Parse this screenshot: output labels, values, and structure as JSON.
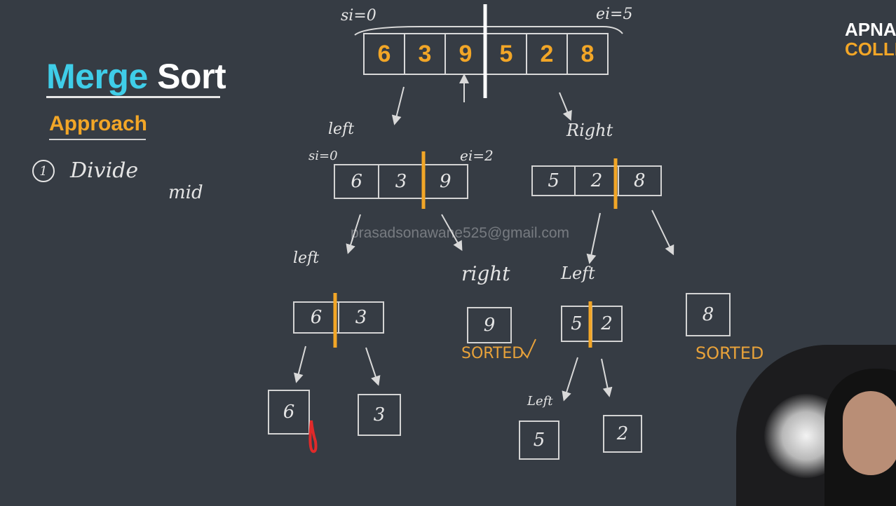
{
  "title": {
    "word1": "Merge",
    "word2": "Sort"
  },
  "subtitle": "Approach",
  "step": {
    "number": "1",
    "label": "Divide",
    "sub": "mid"
  },
  "top_array": {
    "values": [
      "6",
      "3",
      "9",
      "5",
      "2",
      "8"
    ],
    "si": "si=0",
    "ei": "ei=5"
  },
  "left_half": {
    "label": "left",
    "values": [
      "6",
      "3",
      "9"
    ],
    "si": "si=0",
    "ei": "ei=2"
  },
  "right_half": {
    "label": "Right",
    "values": [
      "5",
      "2",
      "8"
    ]
  },
  "level2": {
    "left_left": {
      "label": "left",
      "values": [
        "6",
        "3"
      ]
    },
    "left_right": {
      "label": "right",
      "values": [
        "9"
      ],
      "status": "SORTED"
    },
    "right_left": {
      "label": "Left",
      "values": [
        "5",
        "2"
      ]
    },
    "right_right": {
      "values": [
        "8"
      ],
      "status": "SORTED"
    }
  },
  "level3": {
    "a": "6",
    "b": "3",
    "c_label": "Left",
    "c": "5",
    "d": "2"
  },
  "watermark": "prasadsonawane525@gmail.com",
  "logo": {
    "line1": "APNA",
    "line2": "COLLEGE"
  },
  "colors": {
    "background": "#363c44",
    "accent_blue": "#3fcde8",
    "accent_orange": "#f2a627"
  }
}
